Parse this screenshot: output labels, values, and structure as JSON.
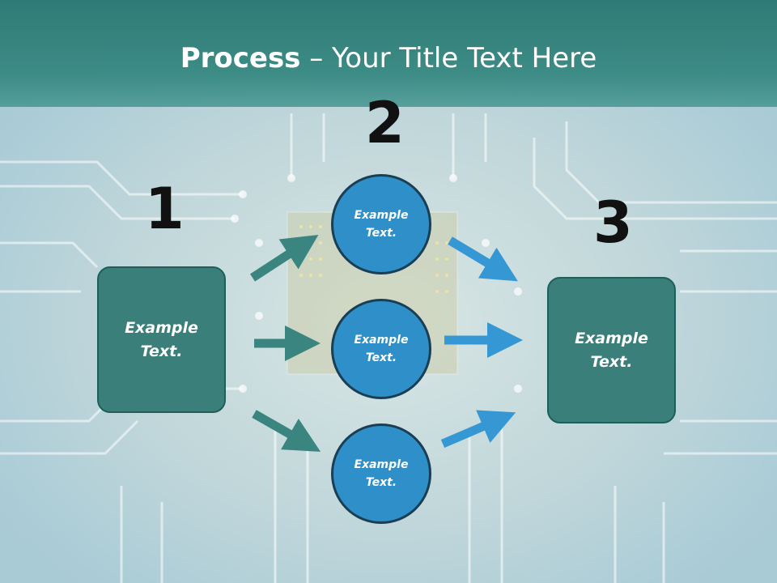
{
  "title": {
    "bold": "Process",
    "rest": " – Your Title Text Here"
  },
  "steps": [
    {
      "number": "1",
      "line1": "Example",
      "line2": "Text."
    },
    {
      "number": "2"
    },
    {
      "number": "3",
      "line1": "Example",
      "line2": "Text."
    }
  ],
  "circles": [
    {
      "line1": "Example",
      "line2": "Text."
    },
    {
      "line1": "Example",
      "line2": "Text."
    },
    {
      "line1": "Example",
      "line2": "Text."
    }
  ],
  "colors": {
    "title_bar": "#3d8c86",
    "box_fill": "#3a7f79",
    "circle_fill": "#2f8fc9",
    "arrow_teal": "#3a857f",
    "arrow_blue": "#3597d3"
  }
}
